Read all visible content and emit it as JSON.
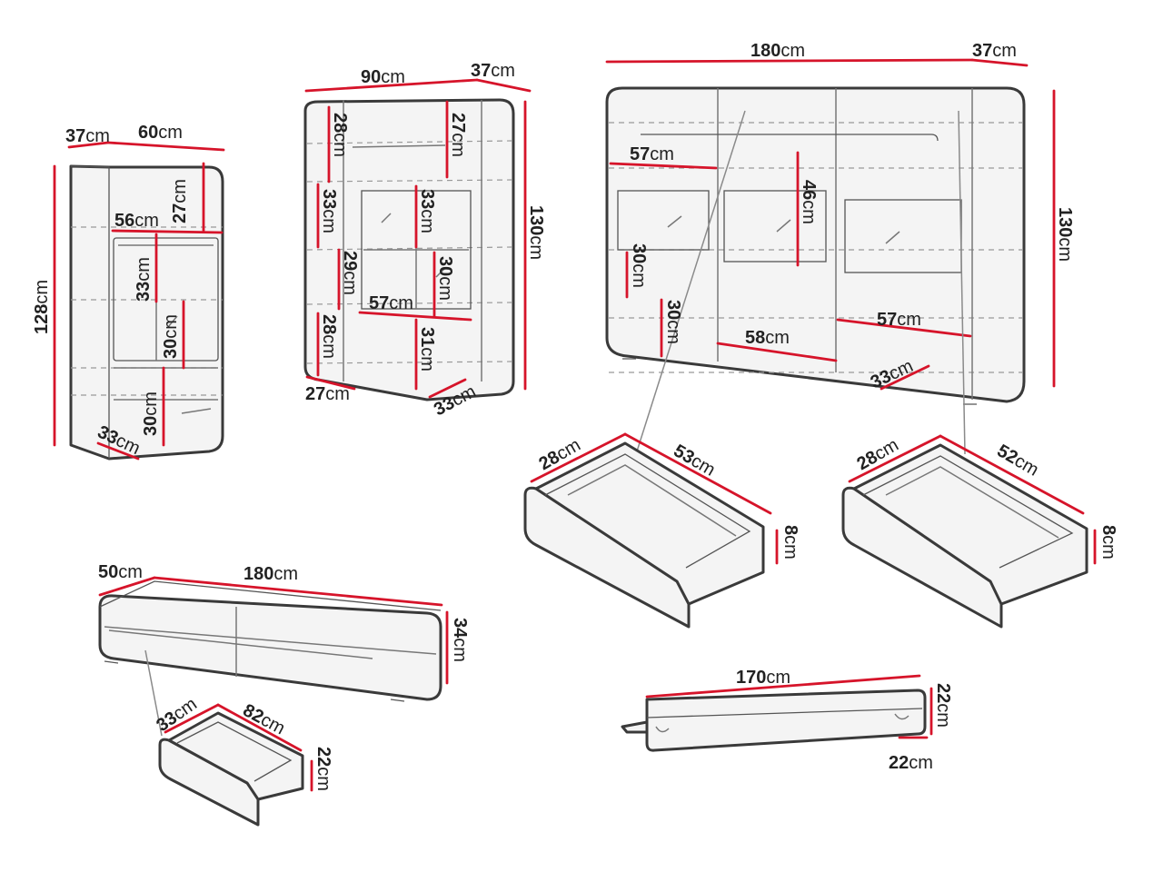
{
  "colors": {
    "dimension_line": "#d6142a",
    "outline": "#3a3a3a",
    "label": "#222222"
  },
  "labels": {
    "d37_small": {
      "num": "37",
      "unit": "cm"
    },
    "d60": {
      "num": "60",
      "unit": "cm"
    },
    "d27_a": {
      "num": "27",
      "unit": "cm"
    },
    "d56": {
      "num": "56",
      "unit": "cm"
    },
    "d33_a": {
      "num": "33",
      "unit": "cm"
    },
    "d128": {
      "num": "128",
      "unit": "cm"
    },
    "d30_a": {
      "num": "30",
      "unit": "cm"
    },
    "d30_b": {
      "num": "30",
      "unit": "cm"
    },
    "d33_b": {
      "num": "33",
      "unit": "cm"
    },
    "d90": {
      "num": "90",
      "unit": "cm"
    },
    "d37_mid": {
      "num": "37",
      "unit": "cm"
    },
    "d28_a": {
      "num": "28",
      "unit": "cm"
    },
    "d27_b": {
      "num": "27",
      "unit": "cm"
    },
    "d33_c": {
      "num": "33",
      "unit": "cm"
    },
    "d33_d": {
      "num": "33",
      "unit": "cm"
    },
    "d130_a": {
      "num": "130",
      "unit": "cm"
    },
    "d29": {
      "num": "29",
      "unit": "cm"
    },
    "d30_c": {
      "num": "30",
      "unit": "cm"
    },
    "d57_a": {
      "num": "57",
      "unit": "cm"
    },
    "d28_b": {
      "num": "28",
      "unit": "cm"
    },
    "d31": {
      "num": "31",
      "unit": "cm"
    },
    "d27_c": {
      "num": "27",
      "unit": "cm"
    },
    "d33_e": {
      "num": "33",
      "unit": "cm"
    },
    "d180_a": {
      "num": "180",
      "unit": "cm"
    },
    "d37_big": {
      "num": "37",
      "unit": "cm"
    },
    "d57_b": {
      "num": "57",
      "unit": "cm"
    },
    "d46": {
      "num": "46",
      "unit": "cm"
    },
    "d130_b": {
      "num": "130",
      "unit": "cm"
    },
    "d30_d": {
      "num": "30",
      "unit": "cm"
    },
    "d30_e": {
      "num": "30",
      "unit": "cm"
    },
    "d58": {
      "num": "58",
      "unit": "cm"
    },
    "d57_c": {
      "num": "57",
      "unit": "cm"
    },
    "d33_f": {
      "num": "33",
      "unit": "cm"
    },
    "d28_c": {
      "num": "28",
      "unit": "cm"
    },
    "d53": {
      "num": "53",
      "unit": "cm"
    },
    "d8_a": {
      "num": "8",
      "unit": "cm"
    },
    "d28_d": {
      "num": "28",
      "unit": "cm"
    },
    "d52": {
      "num": "52",
      "unit": "cm"
    },
    "d8_b": {
      "num": "8",
      "unit": "cm"
    },
    "d50": {
      "num": "50",
      "unit": "cm"
    },
    "d180_b": {
      "num": "180",
      "unit": "cm"
    },
    "d34": {
      "num": "34",
      "unit": "cm"
    },
    "d33_g": {
      "num": "33",
      "unit": "cm"
    },
    "d82": {
      "num": "82",
      "unit": "cm"
    },
    "d22_a": {
      "num": "22",
      "unit": "cm"
    },
    "d170": {
      "num": "170",
      "unit": "cm"
    },
    "d22_b": {
      "num": "22",
      "unit": "cm"
    },
    "d22_c": {
      "num": "22",
      "unit": "cm"
    }
  }
}
